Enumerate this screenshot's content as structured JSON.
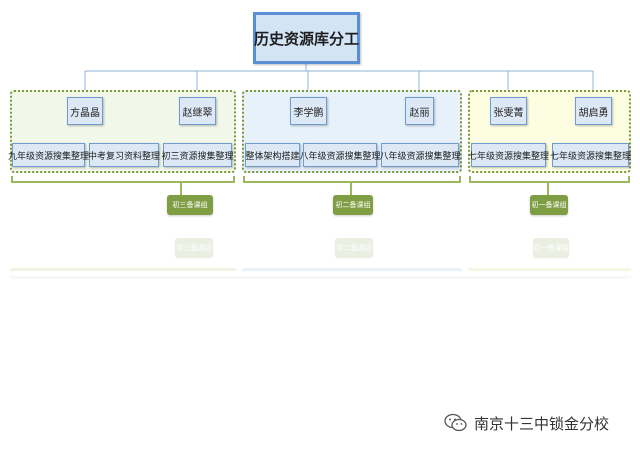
{
  "title": "历史资源库分工",
  "people": {
    "fang": "方晶晶",
    "zhao_cui": "赵继翠",
    "li": "李学鹏",
    "zhao_li": "赵丽",
    "zhang": "张雯菁",
    "hu": "胡启勇"
  },
  "tasks": {
    "t1": "九年级资源搜集整理",
    "t2": "中考复习资料整理",
    "t3": "初三资源搜集整理",
    "t4": "整体架构搭建",
    "t5": "八年级资源搜集整理",
    "t6": "八年级资源搜集整理",
    "t7": "七年级资源搜集整理",
    "t8": "七年级资源搜集整理"
  },
  "groups": {
    "g3": "初三备课组",
    "g2": "初二备课组",
    "g1": "初一备课组"
  },
  "footer": {
    "brand": "南京十三中锁金分校",
    "icon": "wechat-icon"
  },
  "colors": {
    "node_fill": "#dce8f5",
    "node_border": "#6f9ccf",
    "group_border": "#7a9a3a",
    "pill": "#7f9d42",
    "group_a_bg": "#f1f7e9",
    "group_b_bg": "#e7f1fa",
    "group_c_bg": "#fdfde2"
  }
}
